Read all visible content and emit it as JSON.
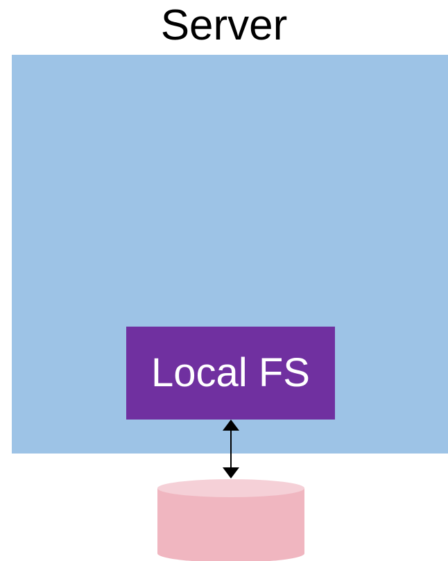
{
  "diagram": {
    "title": "Server",
    "component_label": "Local FS",
    "colors": {
      "server": "#9dc3e6",
      "component": "#7030a0",
      "disk_body": "#f0b6c0",
      "disk_top": "#f5d0d7",
      "arrow": "#000000"
    },
    "icons": {
      "connector": "bidirectional-arrow",
      "storage": "disk-cylinder-icon"
    }
  }
}
